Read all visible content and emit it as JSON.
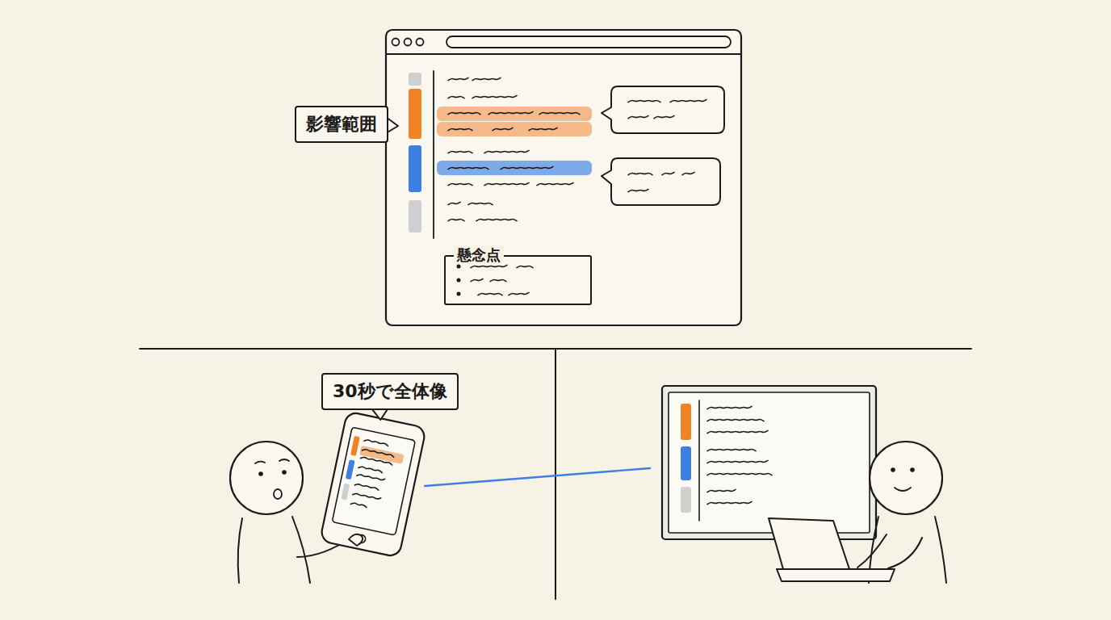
{
  "diagram": {
    "nodes": [
      {
        "text": [
          "影響範囲"
        ]
      },
      {
        "text": [
          "懸念点"
        ]
      },
      {
        "text": [
          "30秒で全体像"
        ]
      }
    ]
  }
}
